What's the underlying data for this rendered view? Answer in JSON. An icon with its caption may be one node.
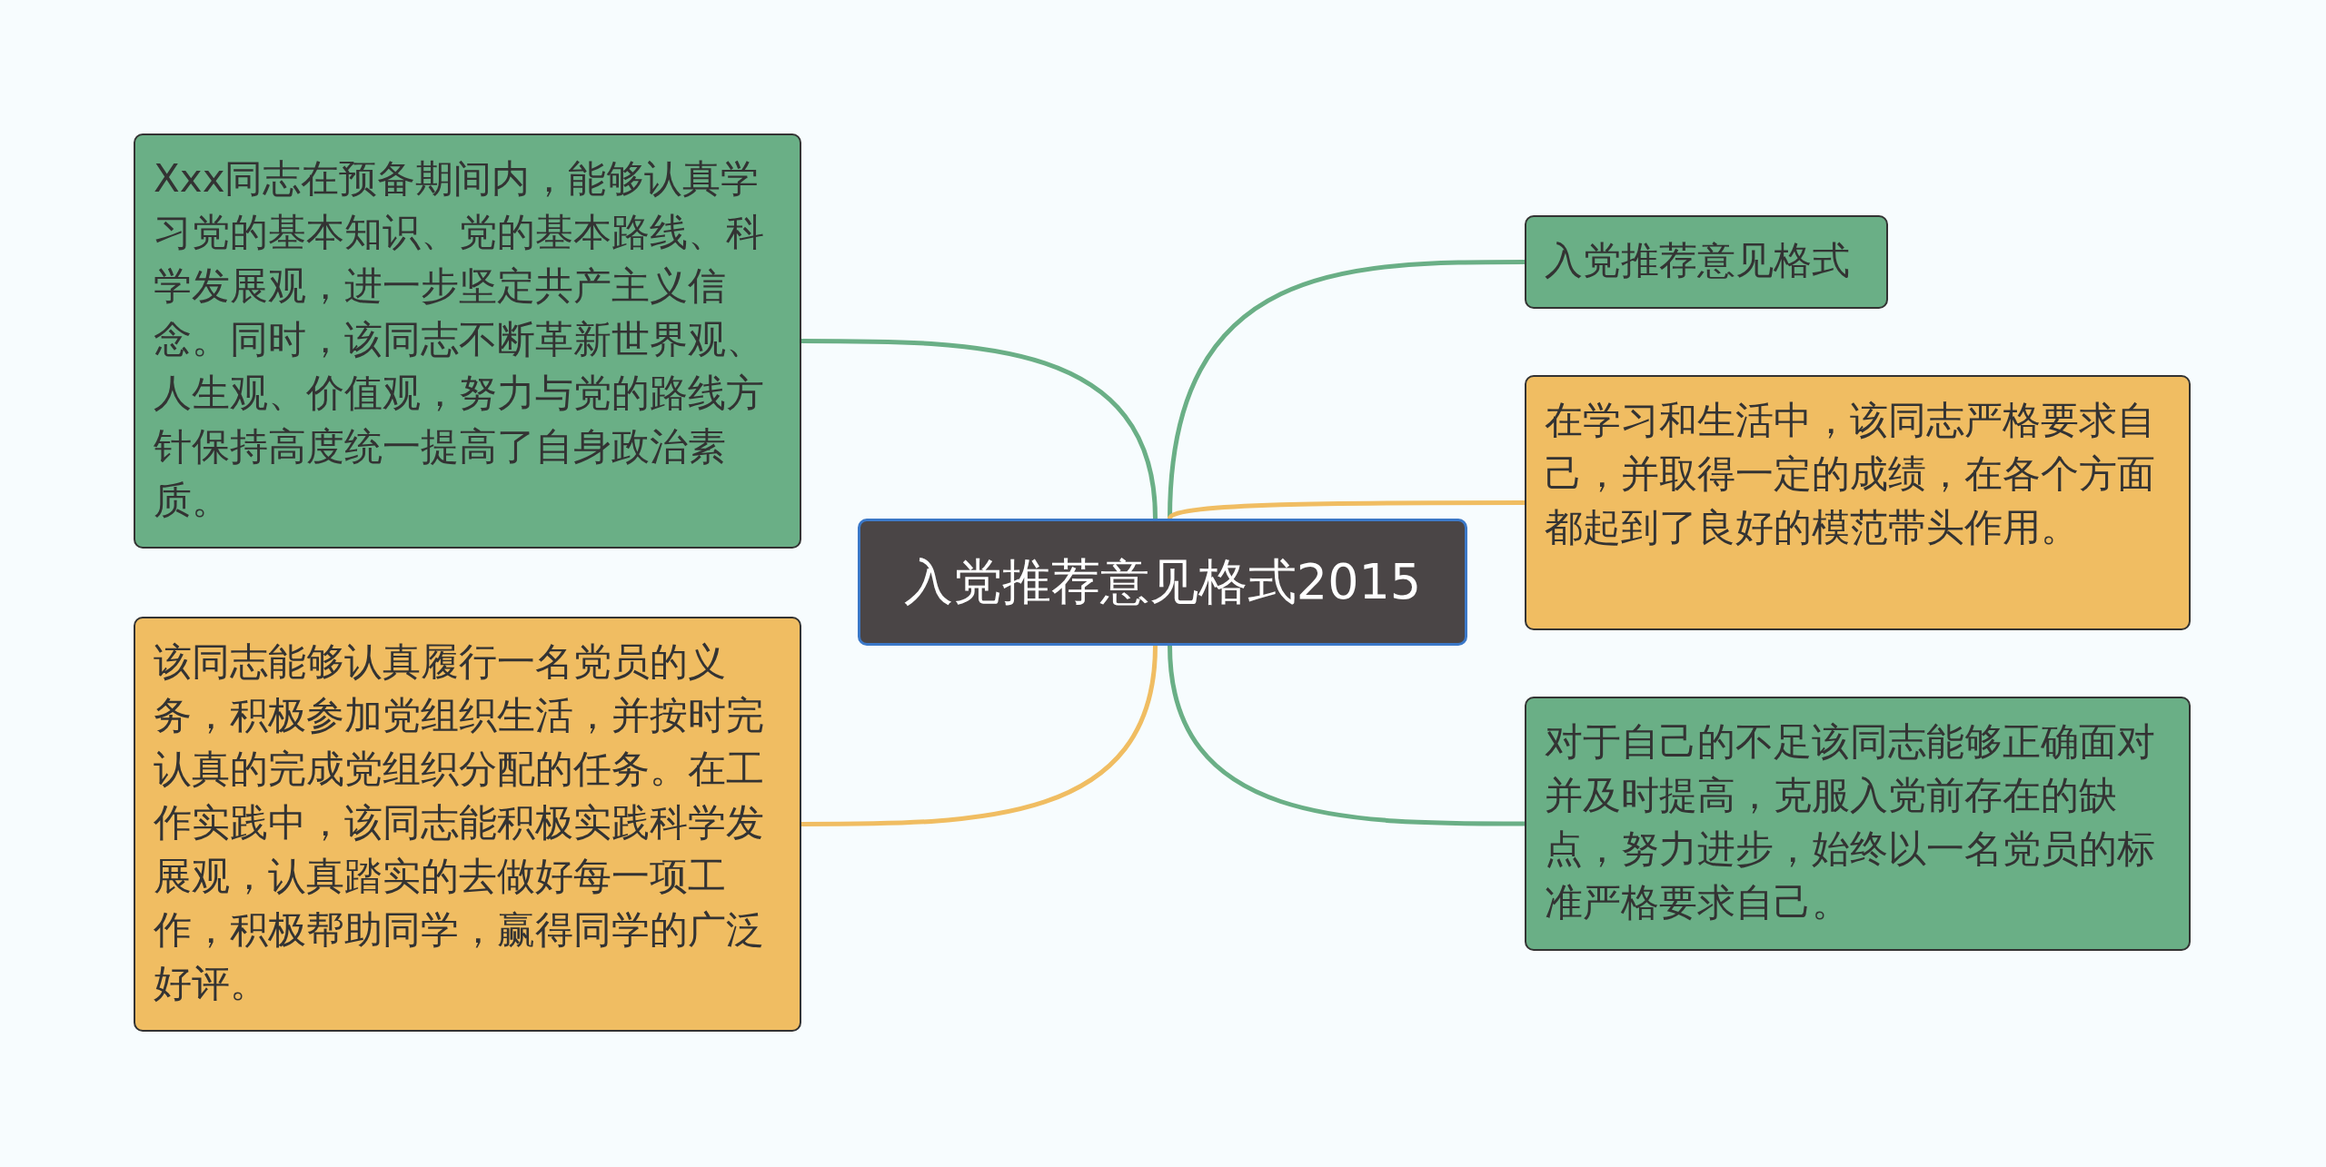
{
  "diagram": {
    "nodes": [
      {
        "text": [
          "入党推荐意见格式2015"
        ]
      },
      {
        "text": [
          "Xxx同志在预备期间内，能够认真学习党的基本知识、党的基本路线、科学发展观，进一步坚定共产主义信念。同时，该同志不断革新世界观、人生观、价值观，努力与党的路线方针保持高度统一提高了自身政治素质。"
        ]
      },
      {
        "text": [
          "该同志能够认真履行一名党员的义务，积极参加党组织生活，并按时完认真的完成党组织分配的任务。在工作实践中，该同志能积极实践科学发展观，认真踏实的去做好每一项工作，积极帮助同学，赢得同学的广泛好评。"
        ]
      },
      {
        "text": [
          "入党推荐意见格式"
        ]
      },
      {
        "text": [
          "在学习和生活中，该同志严格要求自己，并取得一定的成绩，在各个方面都起到了良好的模范带头作用。"
        ]
      },
      {
        "text": [
          "对于自己的不足该同志能够正确面对并及时提高，克服入党前存在的缺点，努力进步，始终以一名党员的标准严格要求自己。"
        ]
      }
    ],
    "edges": [
      {
        "from": 0,
        "to": 1,
        "arrow": "none"
      },
      {
        "from": 0,
        "to": 2,
        "arrow": "none",
        "color": "#f0bd62"
      },
      {
        "from": 0,
        "to": 3,
        "arrow": "none"
      },
      {
        "from": 0,
        "to": 4,
        "arrow": "none",
        "color": "#f0bd62"
      },
      {
        "from": 0,
        "to": 5,
        "arrow": "none"
      }
    ]
  }
}
